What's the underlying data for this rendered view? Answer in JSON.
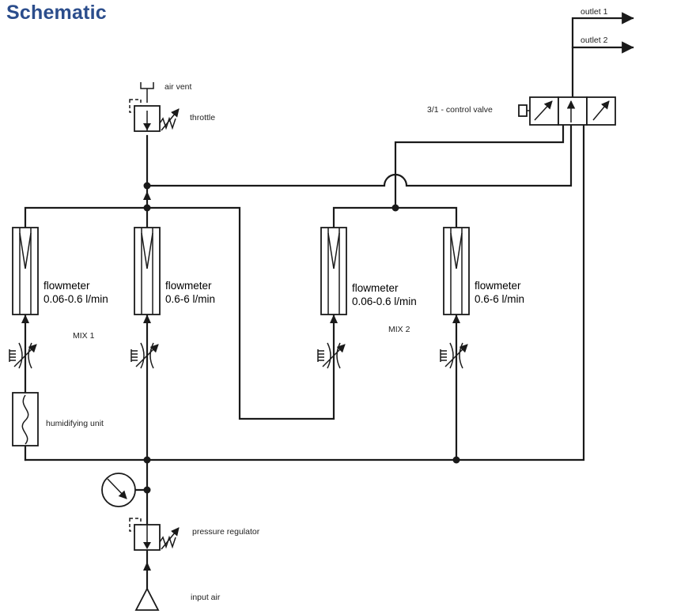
{
  "title": "Schematic",
  "labels": {
    "air_vent": "air vent",
    "throttle": "throttle",
    "control_valve": "3/1 - control valve",
    "outlet_1": "outlet 1",
    "outlet_2": "outlet 2",
    "mix_1": "MIX 1",
    "mix_2": "MIX 2",
    "humidifying_unit": "humidifying unit",
    "pressure_regulator": "pressure regulator",
    "input_air": "input air"
  },
  "flowmeters": [
    {
      "name": "flowmeter",
      "range": "0.06-0.6 l/min"
    },
    {
      "name": "flowmeter",
      "range": "0.6-6 l/min"
    },
    {
      "name": "flowmeter",
      "range": "0.06-0.6 l/min"
    },
    {
      "name": "flowmeter",
      "range": "0.6-6 l/min"
    }
  ],
  "colors": {
    "title": "#2b4d8c",
    "lines": "#1a1a1a",
    "background": "#ffffff"
  }
}
